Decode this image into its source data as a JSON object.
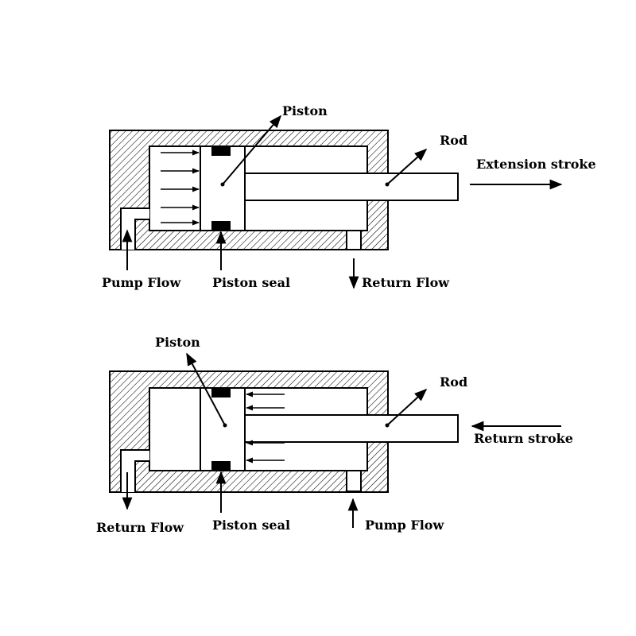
{
  "colors": {
    "stroke": "#000000",
    "background": "#ffffff",
    "hatch": "#000000"
  },
  "extension_diagram": {
    "labels": {
      "piston": "Piston",
      "rod": "Rod",
      "stroke": "Extension stroke",
      "pump_flow": "Pump Flow",
      "piston_seal": "Piston seal",
      "return_flow": "Return Flow"
    }
  },
  "return_diagram": {
    "labels": {
      "piston": "Piston",
      "rod": "Rod",
      "stroke": "Return stroke",
      "return_flow": "Return  Flow",
      "piston_seal": "Piston seal",
      "pump_flow": "Pump Flow"
    }
  }
}
